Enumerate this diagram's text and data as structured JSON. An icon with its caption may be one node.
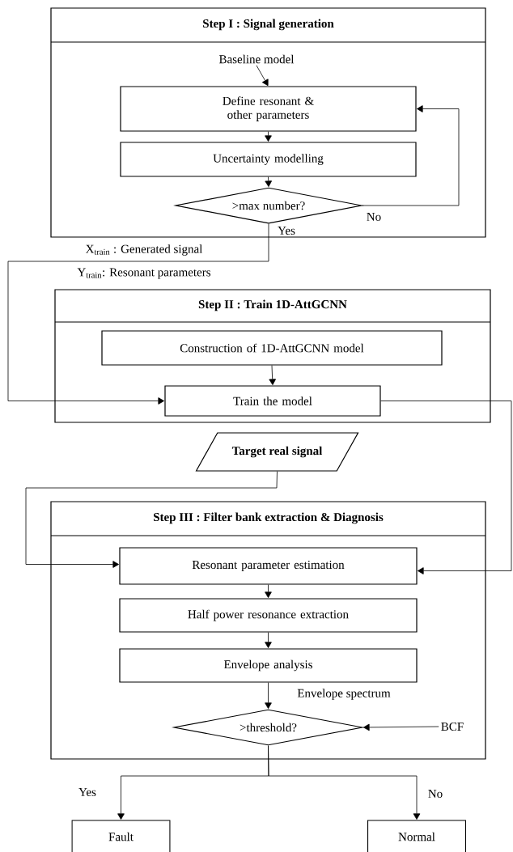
{
  "diagram": {
    "nodes": [
      {
        "text": [
          "Step I : Signal generation"
        ]
      },
      {
        "text": [
          "Baseline model"
        ],
        "in": 0
      },
      {
        "text": [
          "Define resonant & other parameters"
        ],
        "in": 0
      },
      {
        "text": [
          "Uncertainty modelling"
        ],
        "in": 0
      },
      {
        "text": [
          ">max number?"
        ],
        "in": 0
      },
      {
        "text": [
          "Step II : Train 1D-AttGCNN"
        ]
      },
      {
        "text": [
          "Construction of 1D-AttGCNN model"
        ],
        "in": 5
      },
      {
        "text": [
          "Train the model"
        ],
        "in": 5
      },
      {
        "text": [
          "Target real signal"
        ]
      },
      {
        "text": [
          "Step III : Filter bank extraction & Diagnosis"
        ]
      },
      {
        "text": [
          "Resonant parameter estimation"
        ],
        "in": 9
      },
      {
        "text": [
          "Half power resonance extraction"
        ],
        "in": 9
      },
      {
        "text": [
          "Envelope analysis"
        ],
        "in": 9
      },
      {
        "text": [
          ">threshold?"
        ],
        "in": 9
      },
      {
        "text": [
          "BCF"
        ],
        "in": 9
      },
      {
        "text": [
          "Fault"
        ]
      },
      {
        "text": [
          "Normal"
        ]
      }
    ],
    "edges": [
      {
        "from": 1,
        "to": 2,
        "arrow": "to"
      },
      {
        "from": 2,
        "to": 3,
        "arrow": "to"
      },
      {
        "from": 3,
        "to": 4,
        "arrow": "to"
      },
      {
        "from": 4,
        "to": 2,
        "arrow": "to",
        "label": "No"
      },
      {
        "from": 4,
        "to": 7,
        "arrow": "to",
        "label": "Yes"
      },
      {
        "from": 6,
        "to": 7,
        "arrow": "to"
      },
      {
        "from": 7,
        "to": 10,
        "arrow": "to"
      },
      {
        "from": 8,
        "to": 10,
        "arrow": "to"
      },
      {
        "from": 10,
        "to": 11,
        "arrow": "to"
      },
      {
        "from": 11,
        "to": 12,
        "arrow": "to"
      },
      {
        "from": 12,
        "to": 13,
        "arrow": "to",
        "label": "Envelope spectrum"
      },
      {
        "from": 14,
        "to": 13,
        "arrow": "to"
      },
      {
        "from": 13,
        "to": 15,
        "arrow": "to",
        "label": "Yes"
      },
      {
        "from": 13,
        "to": 16,
        "arrow": "to",
        "label": "No"
      }
    ],
    "labels": [
      "X$_{train}$ : Generated signal",
      "Y$_{train}$: Resonant parameters"
    ]
  }
}
